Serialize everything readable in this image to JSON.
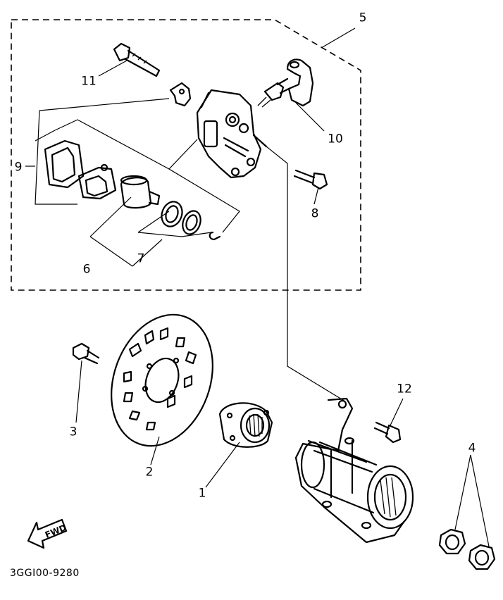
{
  "diagram": {
    "part_code": "3GGI00-9280",
    "fwd_label": "FWD",
    "callouts": {
      "c1": "1",
      "c2": "2",
      "c3": "3",
      "c4": "4",
      "c5": "5",
      "c6": "6",
      "c7": "7",
      "c8": "8",
      "c9": "9",
      "c10": "10",
      "c11": "11",
      "c12": "12"
    }
  }
}
